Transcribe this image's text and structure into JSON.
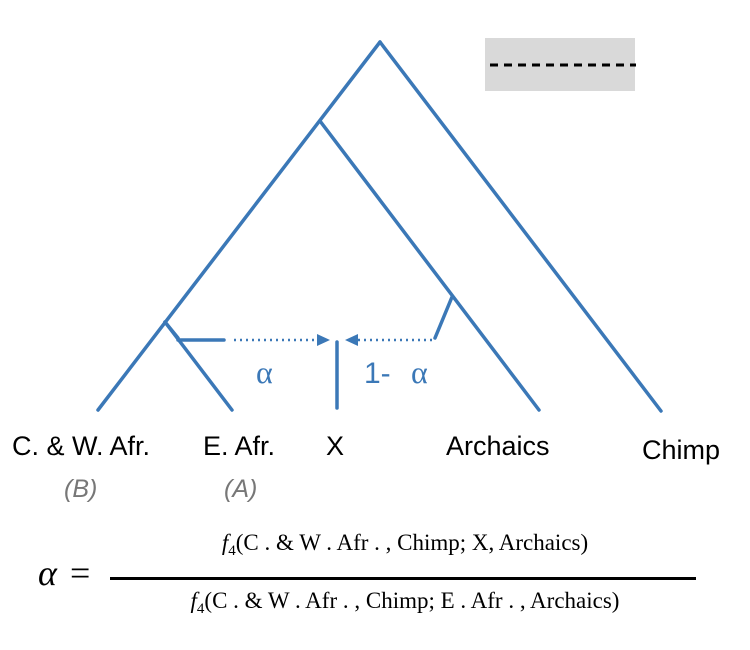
{
  "leaves": {
    "cw_africa": "C. & W. Afr.",
    "e_africa": "E. Afr.",
    "x": "X",
    "archaics": "Archaics",
    "chimp": "Chimp"
  },
  "population_labels": {
    "b": "(B)",
    "a": "(A)"
  },
  "admixture": {
    "alpha": "α",
    "one_minus": "1-",
    "alpha2": "α"
  },
  "formula": {
    "lhs": "α",
    "equals": "=",
    "f_symbol": "f",
    "f_subscript": "4",
    "numerator_args": "(C . & W . Afr . , Chimp; X, Archaics)",
    "denominator_args": "(C . & W . Afr . , Chimp; E . Afr . , Archaics)"
  },
  "colors": {
    "tree": "#3b78b7",
    "legend_box": "#d9d9d9"
  }
}
